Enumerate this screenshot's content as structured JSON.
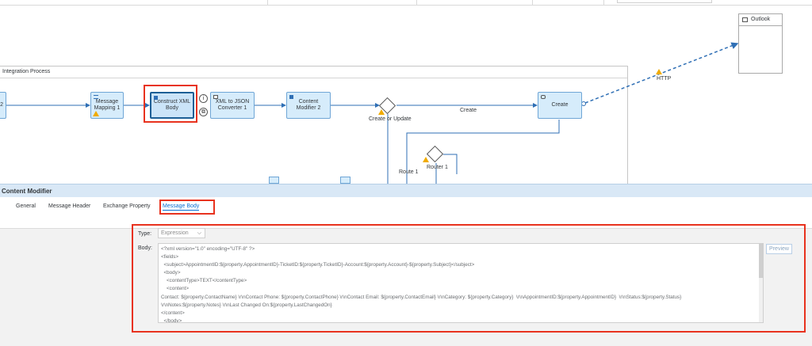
{
  "diagram": {
    "pool_title": "Integration Process",
    "left_step_label": "2",
    "steps": {
      "message_mapping": "Message\nMapping 1",
      "construct_xml": "Construct XML\nBody",
      "xml_to_json": "XML to JSON\nConverter 1",
      "content_modifier": "Content\nModifier 2",
      "create": "Create"
    },
    "gateway_label": "Create or Update",
    "create_flow_label": "Create",
    "router_label": "Router 1",
    "route_label": "Route 1",
    "receiver": "Outlook",
    "adapter": "HTTP"
  },
  "panel": {
    "title": "Content Modifier",
    "tabs": [
      "General",
      "Message Header",
      "Exchange Property",
      "Message Body"
    ],
    "active_tab": "Message Body",
    "type_label": "Type:",
    "type_value": "Expression",
    "body_label": "Body:",
    "preview_label": "Preview",
    "body_lines": [
      "<?xml version=\"1.0\" encoding=\"UTF-8\" ?>",
      "<fields>",
      "  <subject>AppointmentID:${property.AppointmentID}-TicketID:${property.TicketID}-Account:${property.Account}-${property.Subject}</subject>",
      "  <body>",
      "    <contentType>TEXT</contentType>",
      "    <content>",
      "Contact: ${property.ContactName} \\r\\nContact Phone: ${property.ContactPhone} \\r\\nContact Email: ${property.ContactEmail} \\r\\nCategory: ${property.Category}  \\r\\nAppointmentID:${property.AppointmentID}  \\r\\nStatus:${property.Status}",
      "\\r\\nNotes:${property.Notes} \\r\\nLast Changed On:${property.LastChangedOn}",
      "</content>",
      "  </body>"
    ]
  }
}
